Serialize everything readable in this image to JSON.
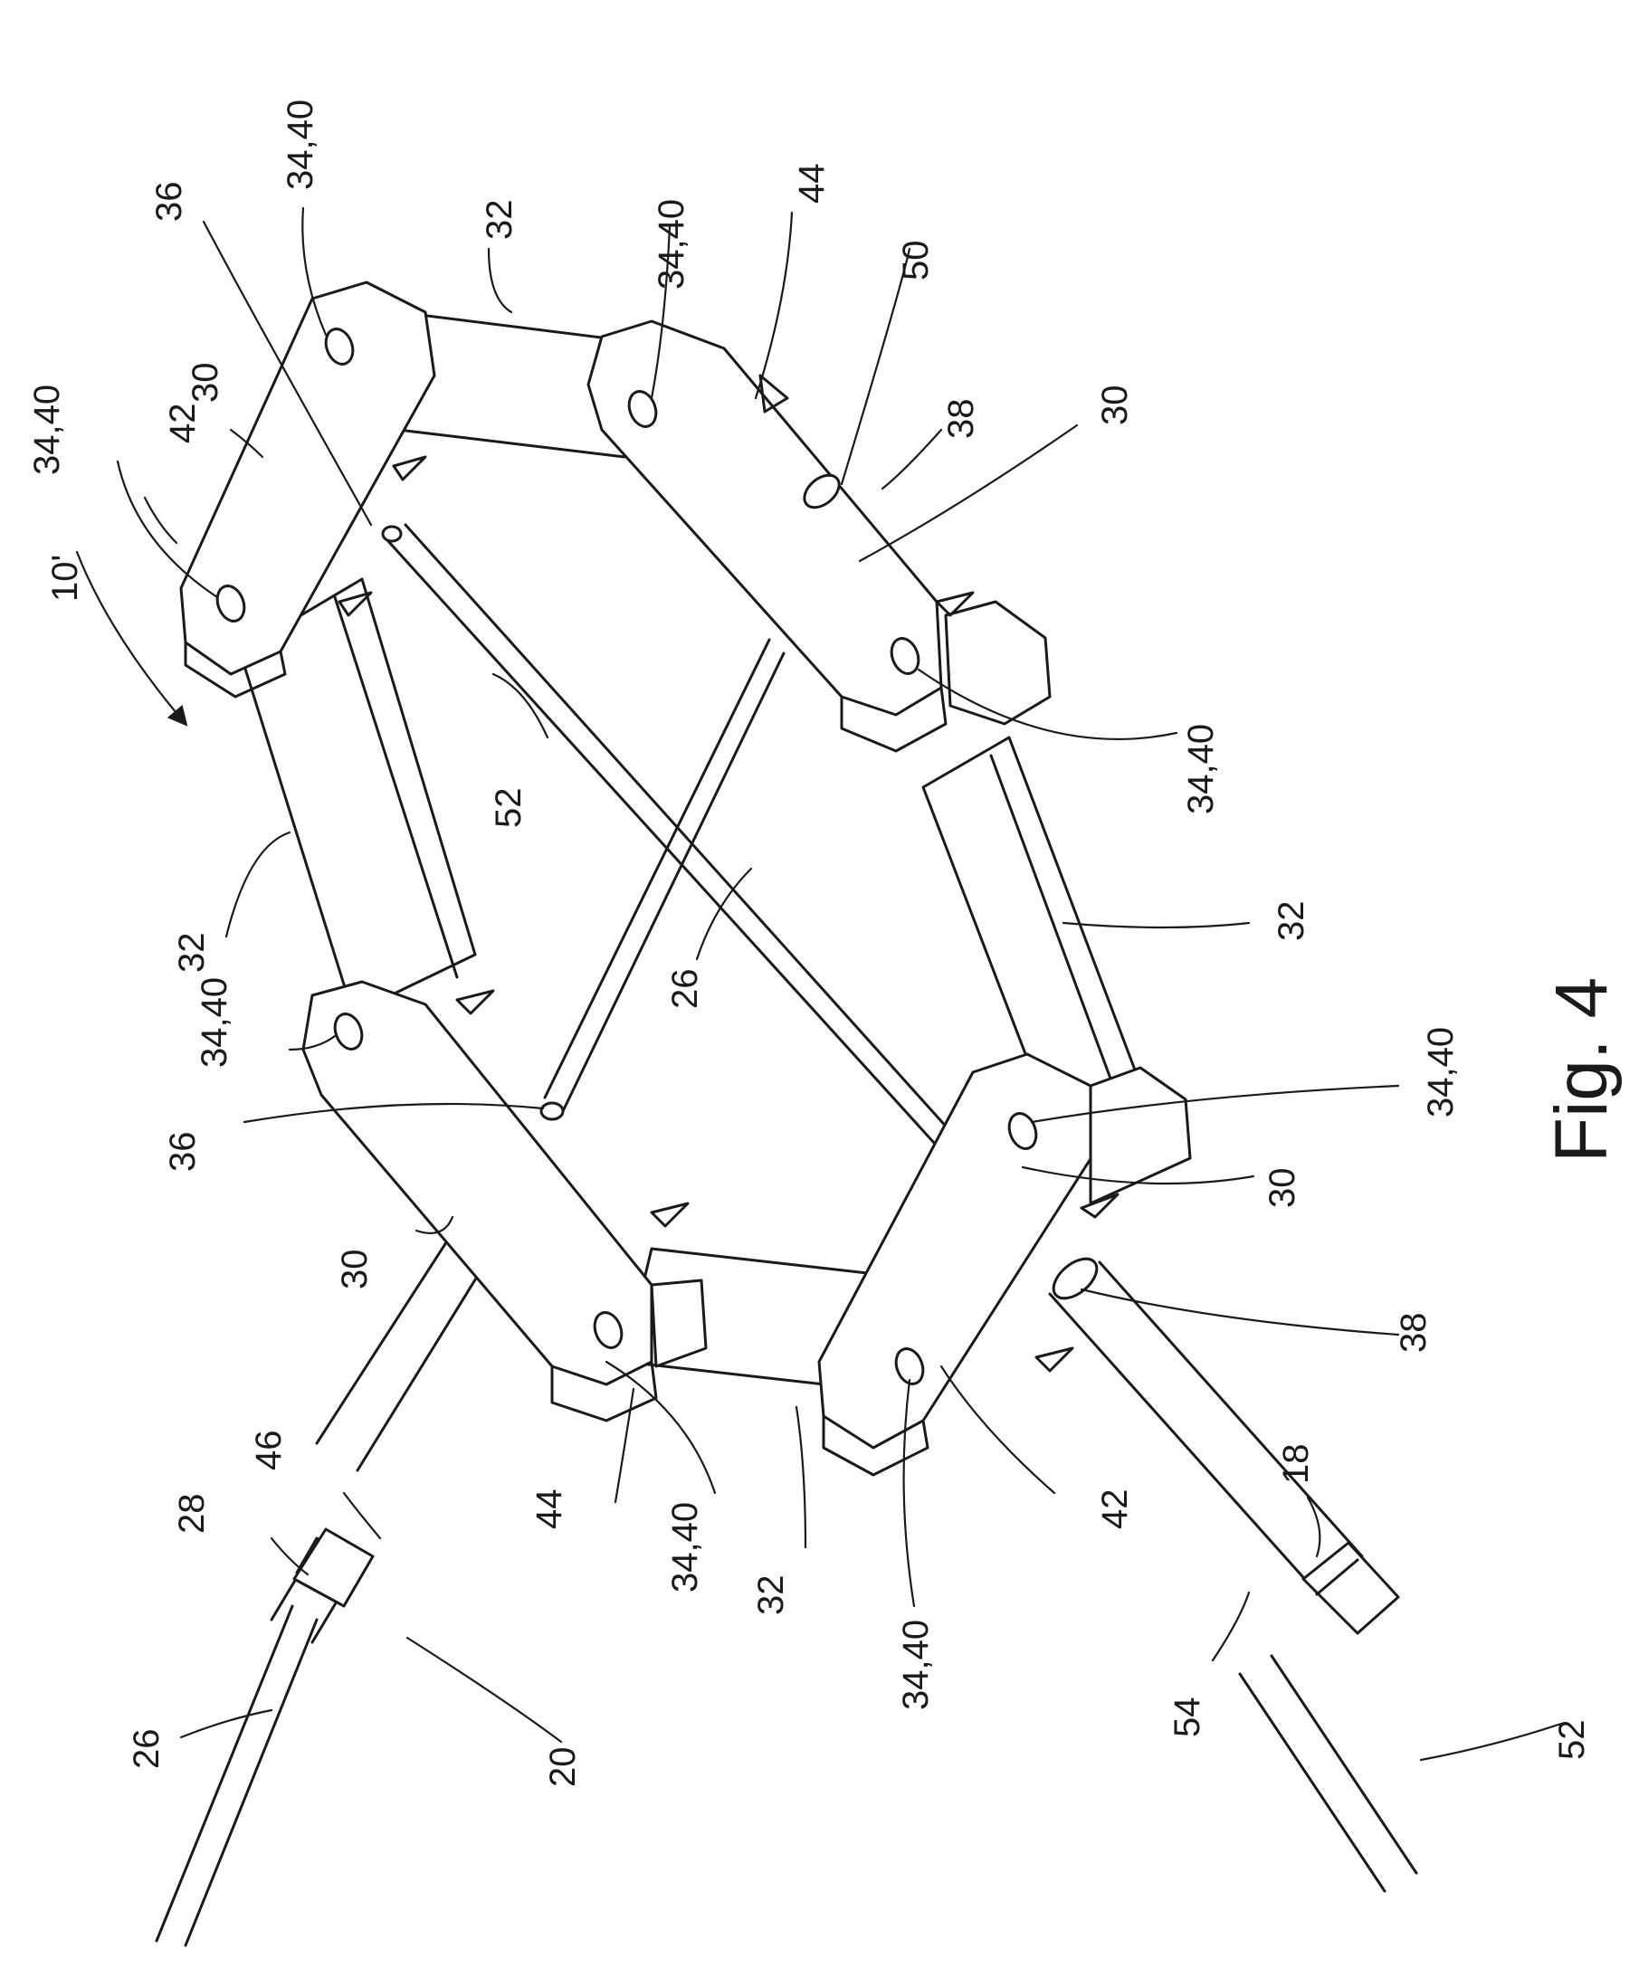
{
  "figure": {
    "caption": "Fig. 4",
    "assembly_ref": "10'"
  },
  "labels": {
    "l_42_top": "42",
    "l_3440_topleft": "34,40",
    "l_30_topleft": "30",
    "l_36_top": "36",
    "l_3440_top": "34,40",
    "l_32_top": "32",
    "l_3440_topmid": "34,40",
    "l_44_top": "44",
    "l_50": "50",
    "l_38_top": "38",
    "l_30_right": "30",
    "l_3440_right": "34,40",
    "l_52_mid": "52",
    "l_32_left": "32",
    "l_32_right": "32",
    "l_26_mid": "26",
    "l_3440_left": "34,40",
    "l_36_left": "36",
    "l_3440_bottomright": "34,40",
    "l_30_bottomright": "30",
    "l_30_bottomleft": "30",
    "l_38_bottom": "38",
    "l_46": "46",
    "l_28": "28",
    "l_44_bottom": "44",
    "l_3440_bottommid": "34,40",
    "l_42_bottom": "42",
    "l_32_bottom": "32",
    "l_3440_bottom": "34,40",
    "l_18": "18",
    "l_54": "54",
    "l_52_bottom": "52",
    "l_26_bottom": "26",
    "l_20": "20"
  }
}
